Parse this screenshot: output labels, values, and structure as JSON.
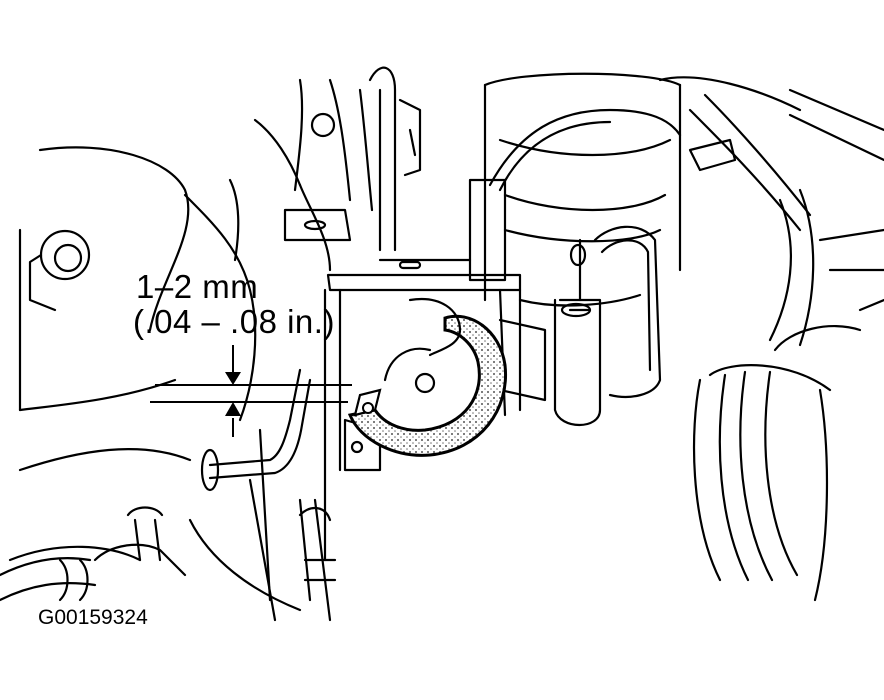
{
  "labels": {
    "gap_metric": "1–2 mm",
    "gap_imperial": "(.04 – .08 in.)",
    "figure_id": "G00159324"
  },
  "colors": {
    "ink": "#000000",
    "background": "#ffffff",
    "shade": "#bdbdbd"
  },
  "icons": [
    "gap-arrow-down-icon",
    "gap-arrow-up-icon"
  ]
}
